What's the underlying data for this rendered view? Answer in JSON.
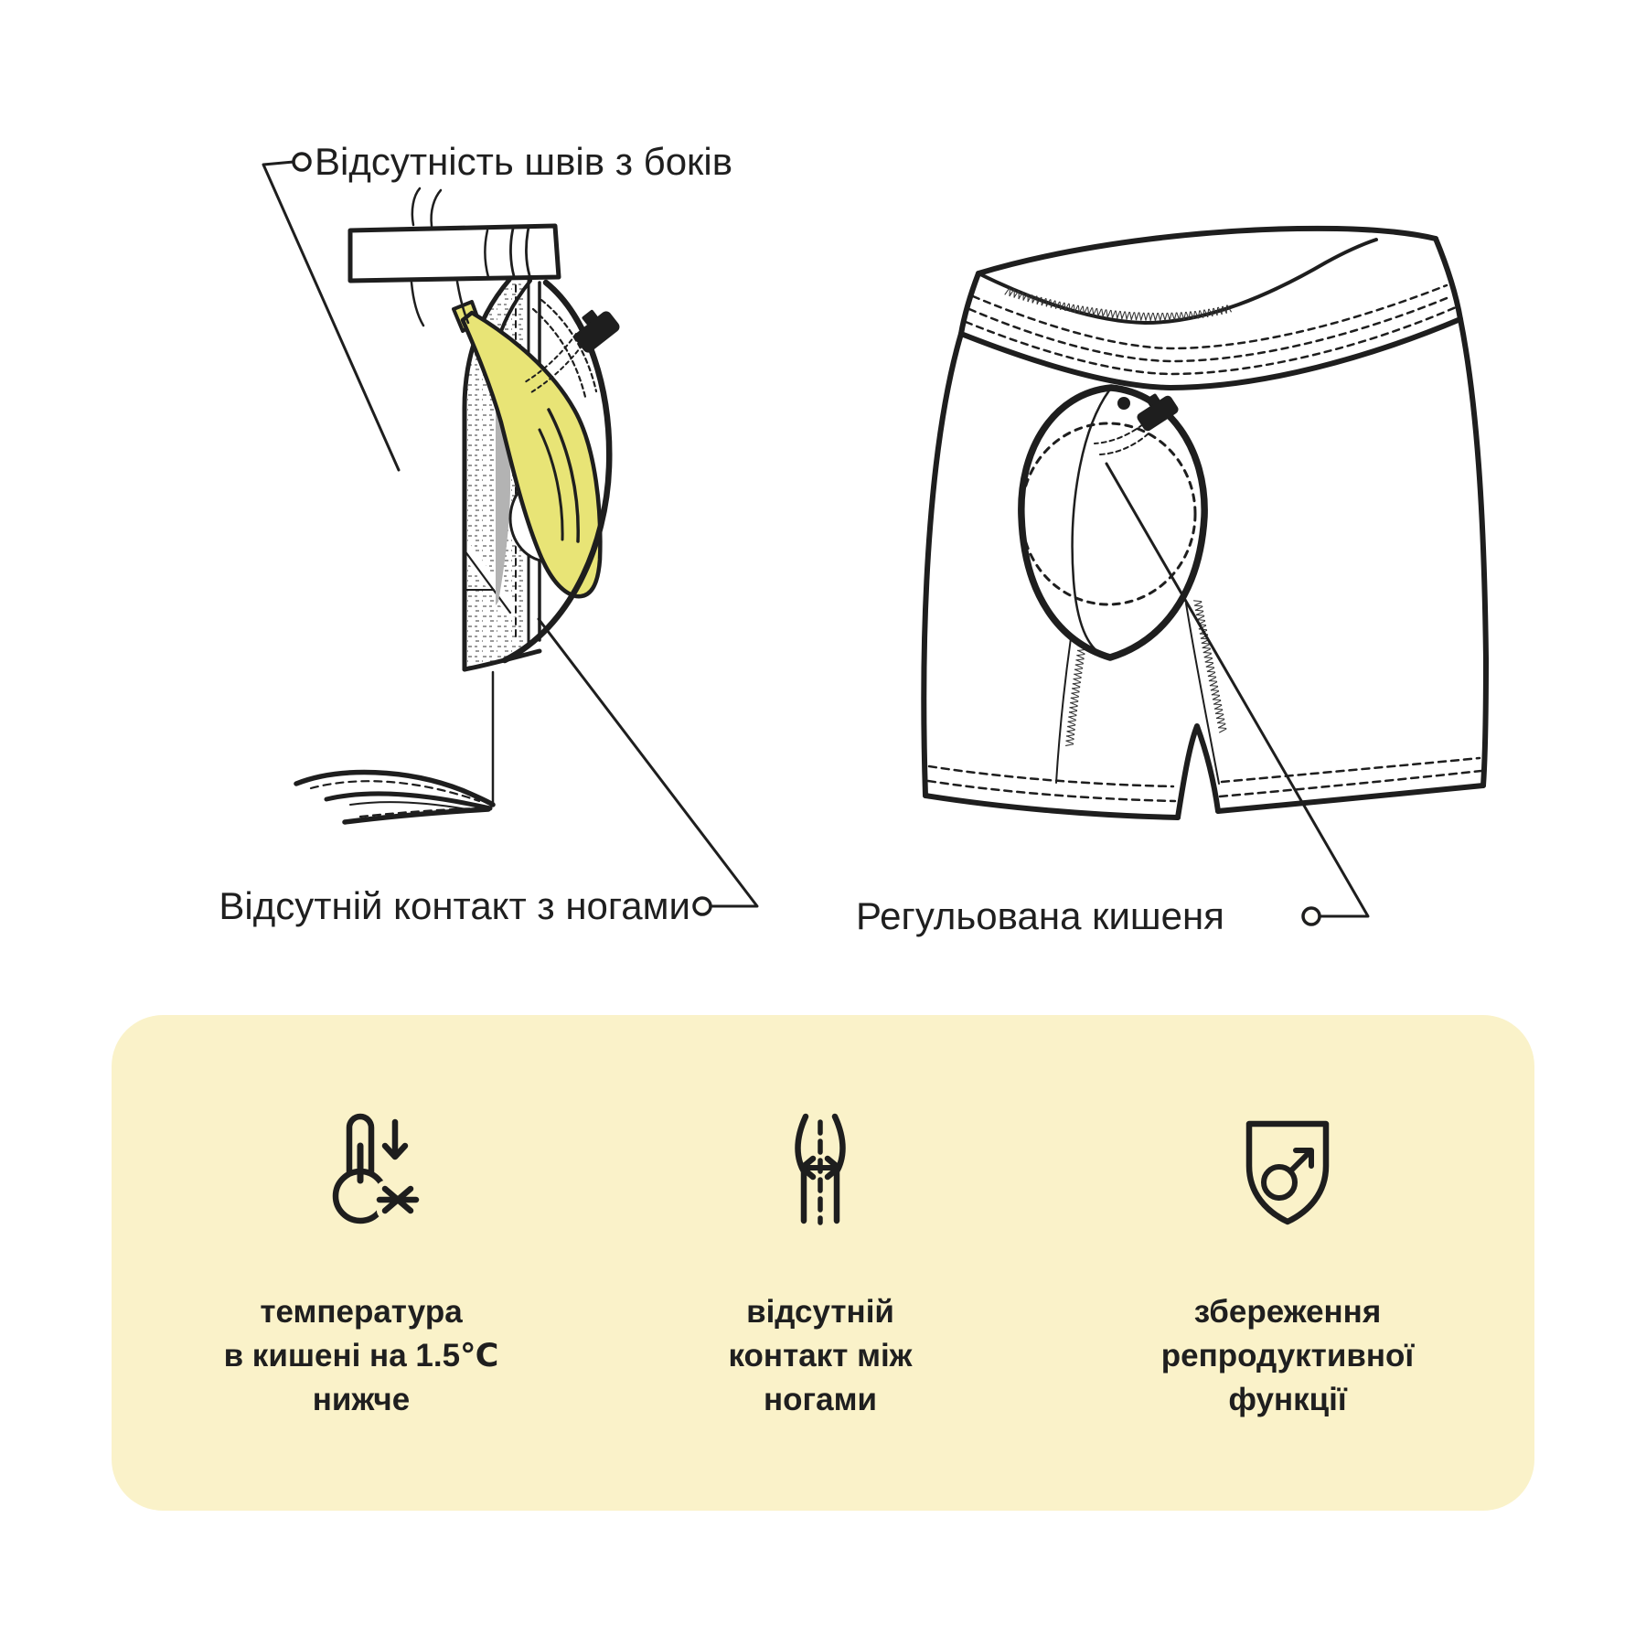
{
  "labels": {
    "no_side_seams": "Відсутність швів з боків",
    "no_leg_contact": "Відсутній контакт з ногами",
    "adjustable_pocket": "Регульована кишеня"
  },
  "features": [
    {
      "icon": "thermometer-down-icon",
      "lines": [
        "температура",
        "в кишені на 1.5℃",
        "нижче"
      ]
    },
    {
      "icon": "legs-gap-icon",
      "lines": [
        "відсутній",
        "контакт між",
        "ногами"
      ]
    },
    {
      "icon": "shield-male-icon",
      "lines": [
        "збереження",
        "репродуктивної",
        "функції"
      ]
    }
  ],
  "colors": {
    "panel_bg": "#FAF2C9",
    "banana": "#E8E476",
    "ink": "#1E1E1E",
    "mesh_gray": "#B3B3B3",
    "text": "#1F1F1F"
  }
}
